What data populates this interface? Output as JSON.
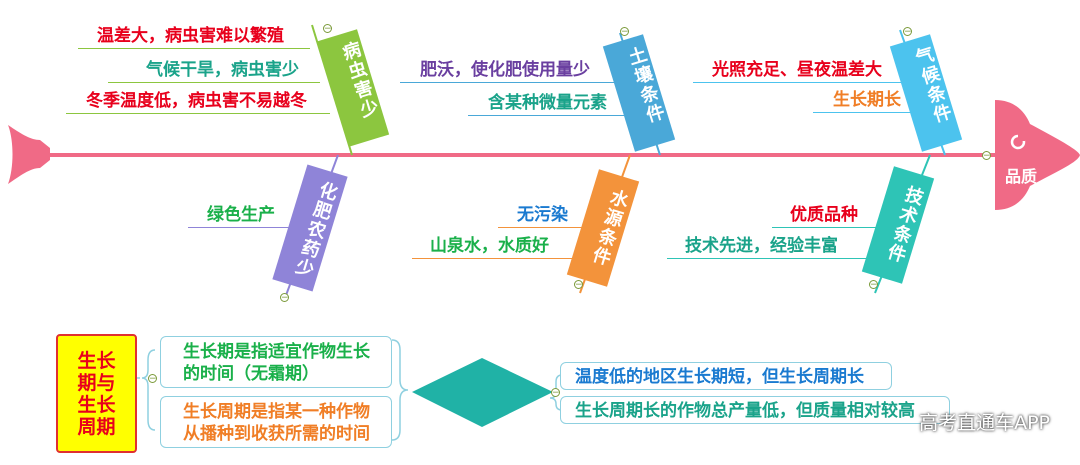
{
  "head_label": "品质",
  "categories": [
    {
      "key": "pest",
      "label": "病虫害少",
      "color": "#8cc63f",
      "items": [
        "温差大，病虫害难以繁殖",
        "气候干旱，病虫害少",
        "冬季温度低，病虫害不易越冬"
      ],
      "item_colors": [
        "#e8001c",
        "#1aa38a",
        "#e8001c"
      ]
    },
    {
      "key": "soil",
      "label": "土壤条件",
      "color": "#4aa8d8",
      "items": [
        "肥沃，使化肥使用量少",
        "含某种微量元素"
      ],
      "item_colors": [
        "#6a3fa0",
        "#1aa38a"
      ]
    },
    {
      "key": "climate",
      "label": "气候条件",
      "color": "#4cc3ee",
      "items": [
        "光照充足、昼夜温差大",
        "生长期长"
      ],
      "item_colors": [
        "#e8001c",
        "#f07e26"
      ]
    },
    {
      "key": "fertilizer",
      "label": "化肥农药少",
      "color": "#8f84d8",
      "items": [
        "绿色生产"
      ],
      "item_colors": [
        "#1ab04a"
      ]
    },
    {
      "key": "water",
      "label": "水源条件",
      "color": "#f3933b",
      "items": [
        "无污染",
        "山泉水，水质好"
      ],
      "item_colors": [
        "#1a7ad0",
        "#1ab04a"
      ]
    },
    {
      "key": "tech",
      "label": "技术条件",
      "color": "#2ec4b6",
      "items": [
        "优质品种",
        "技术先进，经验丰富"
      ],
      "item_colors": [
        "#e8001c",
        "#1aa38a"
      ]
    }
  ],
  "growth": {
    "title_lines": [
      "生长",
      "期与",
      "生长",
      "周期"
    ],
    "def1": "生长期是指适宜作物生长的时间（无霜期）",
    "def2": "生长周期是指某一种作物从播种到收获所需的时间",
    "fact1": "温度低的地区生长期短，但生长周期长",
    "fact2": "生长周期长的作物总产量低，但质量相对较高"
  },
  "watermark": "高考直通车APP"
}
